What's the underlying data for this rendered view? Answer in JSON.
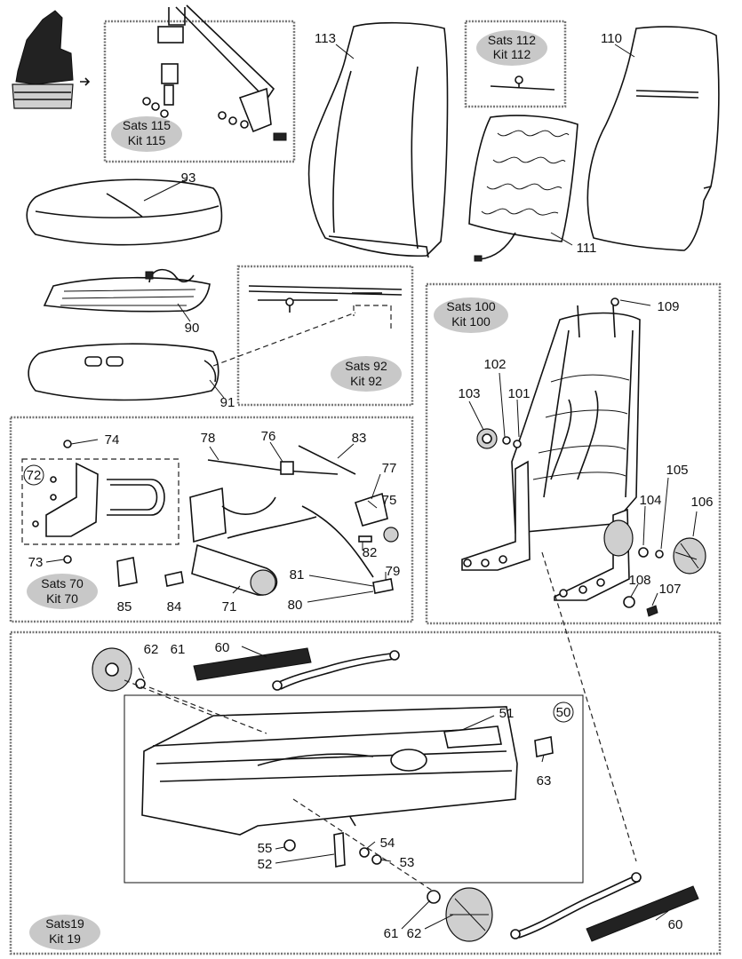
{
  "kits": [
    {
      "id": "115",
      "sats": "Sats 115",
      "kit": "Kit 115"
    },
    {
      "id": "112",
      "sats": "Sats 112",
      "kit": "Kit 112"
    },
    {
      "id": "100",
      "sats": "Sats 100",
      "kit": "Kit 100"
    },
    {
      "id": "92",
      "sats": "Sats 92",
      "kit": "Kit 92"
    },
    {
      "id": "70",
      "sats": "Sats 70",
      "kit": "Kit 70"
    },
    {
      "id": "19",
      "sats": "Sats19",
      "kit": "Kit 19"
    }
  ],
  "callouts": {
    "p113": "113",
    "p110": "110",
    "p93": "93",
    "p111": "111",
    "p90": "90",
    "p91": "91",
    "p109": "109",
    "p102": "102",
    "p103": "103",
    "p101": "101",
    "p105": "105",
    "p104": "104",
    "p106": "106",
    "p108": "108",
    "p107": "107",
    "p74": "74",
    "p72": "72",
    "p73": "73",
    "p78": "78",
    "p76": "76",
    "p83": "83",
    "p77": "77",
    "p75": "75",
    "p82": "82",
    "p79": "79",
    "p81": "81",
    "p80": "80",
    "p85": "85",
    "p84": "84",
    "p71": "71",
    "p62a": "62",
    "p61a": "61",
    "p60a": "60",
    "p51": "51",
    "p50": "50",
    "p63": "63",
    "p55": "55",
    "p54": "54",
    "p52": "52",
    "p53": "53",
    "p61b": "61",
    "p62b": "62",
    "p60b": "60"
  }
}
